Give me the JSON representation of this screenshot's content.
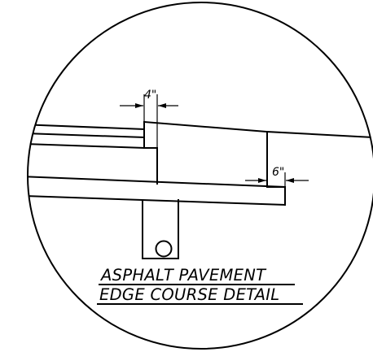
{
  "detail": {
    "dim_top": "4\"",
    "dim_right": "6\"",
    "title_line1": "ASPHALT PAVEMENT",
    "title_line2": "EDGE COURSE DETAIL"
  }
}
